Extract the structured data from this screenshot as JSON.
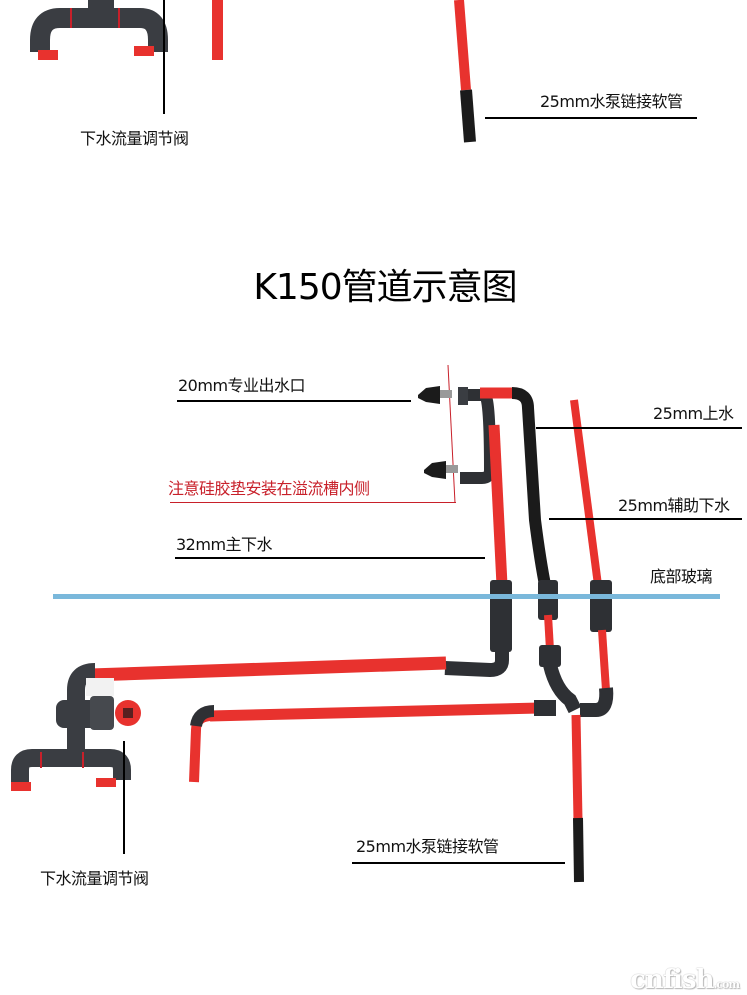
{
  "top_section": {
    "valve_label": "下水流量调节阀",
    "pump_hose_label": "25mm水泵链接软管"
  },
  "diagram": {
    "title": "K150管道示意图",
    "labels": {
      "outlet": "20mm专业出水口",
      "silicone_note": "注意硅胶垫安装在溢流槽内侧",
      "main_drain": "32mm主下水",
      "return_up": "25mm上水",
      "aux_drain": "25mm辅助下水",
      "bottom_glass": "底部玻璃",
      "valve": "下水流量调节阀",
      "pump_hose": "25mm水泵链接软管"
    }
  },
  "colors": {
    "pipe_red": "#e8322e",
    "fitting_dark": "#3a3d42",
    "glass_line": "#7ab8db",
    "note_red": "#c8202a",
    "hose_black": "#1b1b1b"
  },
  "watermark": {
    "brand": "cnfish",
    "suffix": ".com"
  }
}
